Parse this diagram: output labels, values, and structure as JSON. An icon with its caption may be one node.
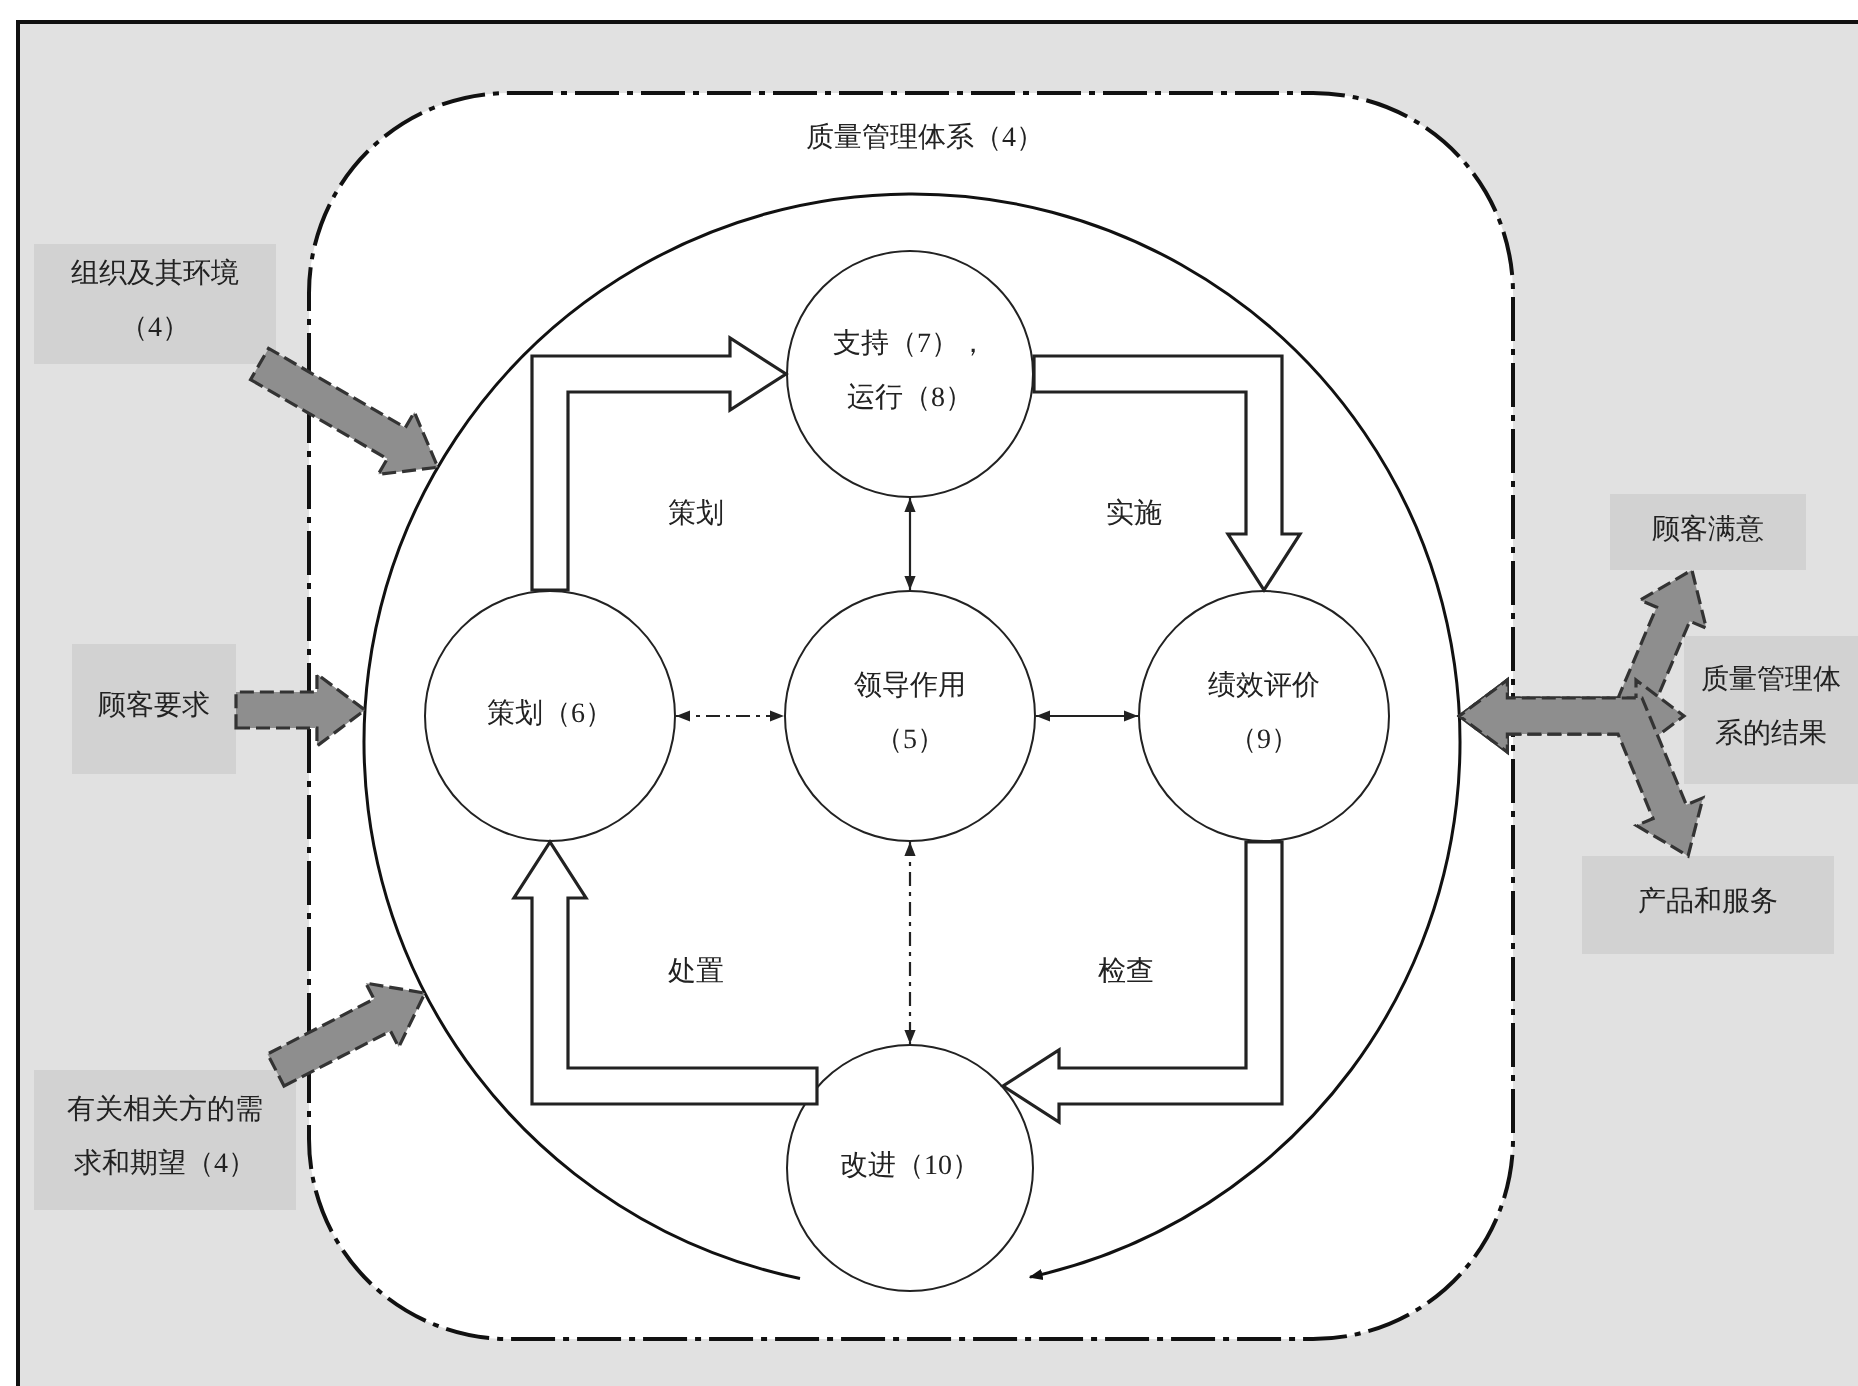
{
  "diagram": {
    "nodes": [
      {
        "text": [
          "质量管理体系（4）"
        ]
      },
      {
        "text": [],
        "shape": "circle",
        "in": 0
      },
      {
        "text": [
          "支持（7），运行（8）"
        ],
        "in": 1
      },
      {
        "text": [
          "策划（6）"
        ],
        "in": 1
      },
      {
        "text": [
          "领导作用（5）"
        ],
        "in": 1
      },
      {
        "text": [
          "绩效评价（9）"
        ],
        "in": 1
      },
      {
        "text": [
          "改进（10）"
        ],
        "in": 1
      },
      {
        "text": [
          "组织及其环境（4）"
        ]
      },
      {
        "text": [
          "顾客要求"
        ]
      },
      {
        "text": [
          "有关相关方的需求和期望（4）"
        ]
      },
      {
        "text": [
          "顾客满意"
        ]
      },
      {
        "text": [
          "质量管理体系的结果"
        ]
      },
      {
        "text": [
          "产品和服务"
        ]
      }
    ],
    "edges": [
      {
        "from": 3,
        "to": 2,
        "arrow": "to",
        "label": "策划",
        "style": "thick"
      },
      {
        "from": 2,
        "to": 5,
        "arrow": "to",
        "label": "实施",
        "style": "thick"
      },
      {
        "from": 5,
        "to": 6,
        "arrow": "to",
        "label": "检查",
        "style": "thick"
      },
      {
        "from": 6,
        "to": 3,
        "arrow": "to",
        "label": "处置",
        "style": "thick"
      },
      {
        "from": 2,
        "to": 4,
        "arrow": "both"
      },
      {
        "from": 3,
        "to": 4,
        "arrow": "both",
        "style": "dashed"
      },
      {
        "from": 4,
        "to": 5,
        "arrow": "both"
      },
      {
        "from": 4,
        "to": 6,
        "arrow": "both",
        "style": "dashed"
      },
      {
        "from": 7,
        "to": 1,
        "arrow": "to",
        "style": "thick",
        "color": "#8e8e8e"
      },
      {
        "from": 8,
        "to": 1,
        "arrow": "to",
        "style": "thick",
        "color": "#8e8e8e"
      },
      {
        "from": 9,
        "to": 1,
        "arrow": "to",
        "style": "thick",
        "color": "#8e8e8e"
      },
      {
        "from": 1,
        "to": 10,
        "arrow": "both",
        "style": "thick",
        "color": "#8e8e8e"
      },
      {
        "from": 1,
        "to": 11,
        "arrow": "both",
        "style": "thick",
        "color": "#8e8e8e"
      },
      {
        "from": 1,
        "to": 12,
        "arrow": "both",
        "style": "thick",
        "color": "#8e8e8e"
      }
    ]
  }
}
